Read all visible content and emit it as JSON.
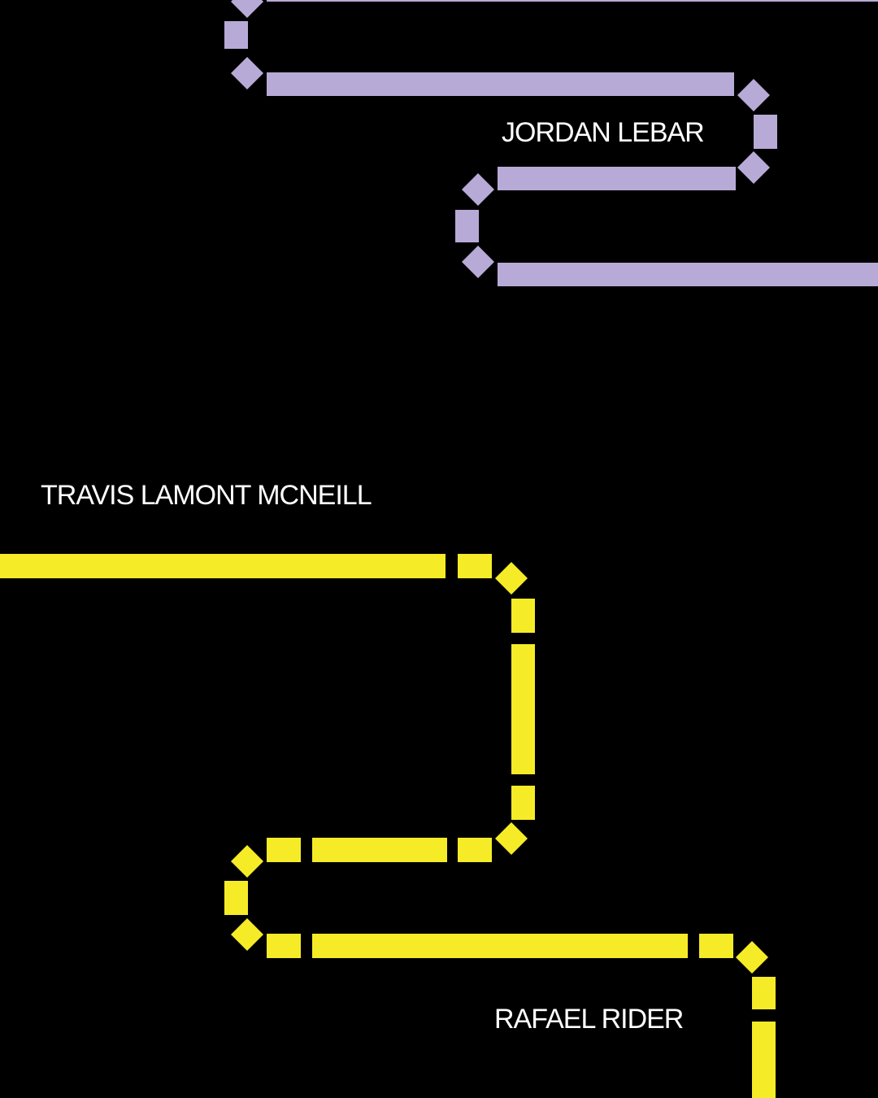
{
  "artwork": {
    "background_color": "#000000",
    "text_color": "#ffffff",
    "lines": {
      "lavender": {
        "color": "#b8aad6"
      },
      "yellow": {
        "color": "#f5ec27"
      }
    },
    "names": {
      "jordan": "JORDAN LEBAR",
      "travis": "TRAVIS LAMONT MCNEILL",
      "rafael": "RAFAEL RIDER"
    }
  }
}
